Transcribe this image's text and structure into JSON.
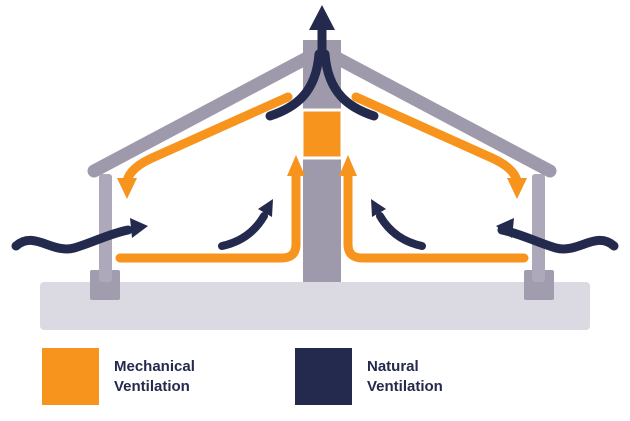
{
  "diagram": {
    "name": "home-ventilation-cross-section",
    "colors": {
      "mechanical": "#F7941D",
      "natural": "#232A4E",
      "roof": "#9E99AB",
      "post": "#AEA9BA",
      "foot": "#A19CAE",
      "slab": "#DBD9E1",
      "background": "#FFFFFF",
      "fan_border": "#FFFFFF"
    },
    "airflows": {
      "natural": [
        "exhaust-stack-up-arrow",
        "converge-into-stack-left",
        "converge-into-stack-right",
        "eave-intake-wave-left",
        "eave-intake-wave-right",
        "room-rise-swoosh-left",
        "room-rise-swoosh-right"
      ],
      "mechanical": [
        "roof-cavity-flow-left",
        "roof-cavity-flow-right",
        "floor-to-fan-flow-left",
        "floor-to-fan-flow-right",
        "fan-unit"
      ]
    },
    "legend": [
      {
        "id": "mechanical",
        "lines": [
          "Mechanical",
          "Ventilation"
        ],
        "color": "#F7941D"
      },
      {
        "id": "natural",
        "lines": [
          "Natural",
          "Ventilation"
        ],
        "color": "#232A4E"
      }
    ]
  }
}
